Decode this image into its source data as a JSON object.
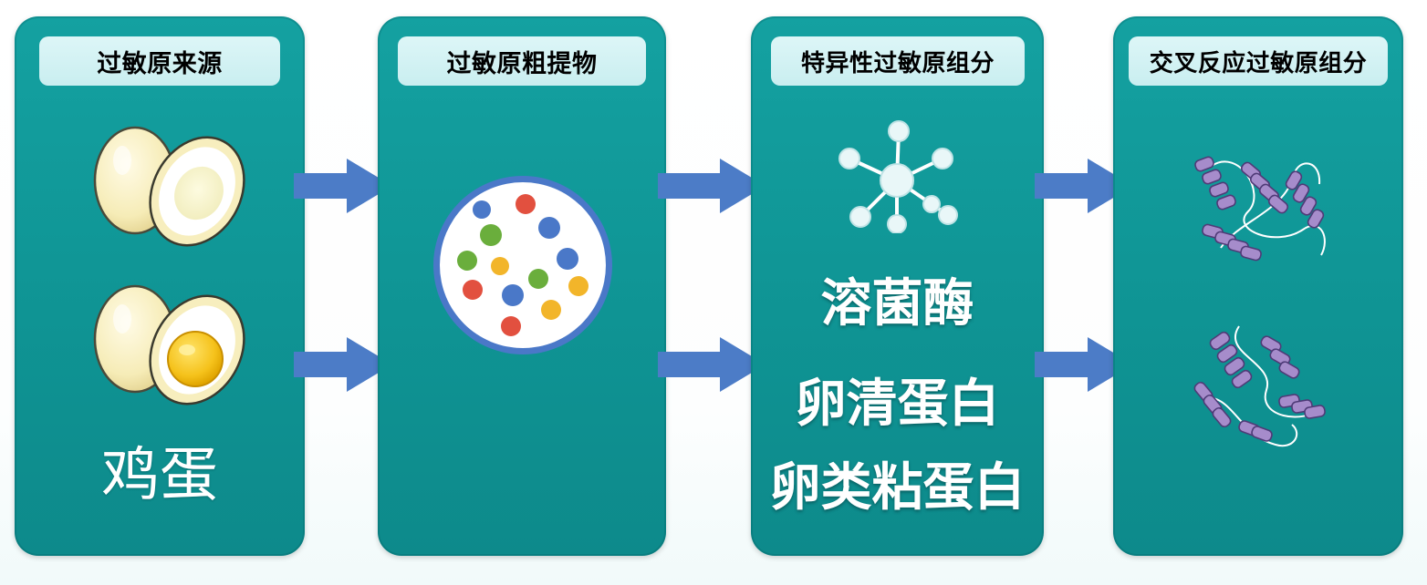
{
  "panels": [
    {
      "title": "过敏原来源",
      "label": "鸡蛋"
    },
    {
      "title": "过敏原粗提物"
    },
    {
      "title": "特异性过敏原组分",
      "components": [
        "溶菌酶",
        "卵清蛋白",
        "卵类粘蛋白"
      ]
    },
    {
      "title": "交叉反应过敏原组分"
    }
  ],
  "colors": {
    "panel": "#109696",
    "header": "#d4f2f3",
    "arrow": "#4c7cc7",
    "dot_blue": "#4a78c8",
    "dot_red": "#e2503f",
    "dot_green": "#6aae3c",
    "dot_yellow": "#f2b52a",
    "protein": "#a68ccb"
  }
}
